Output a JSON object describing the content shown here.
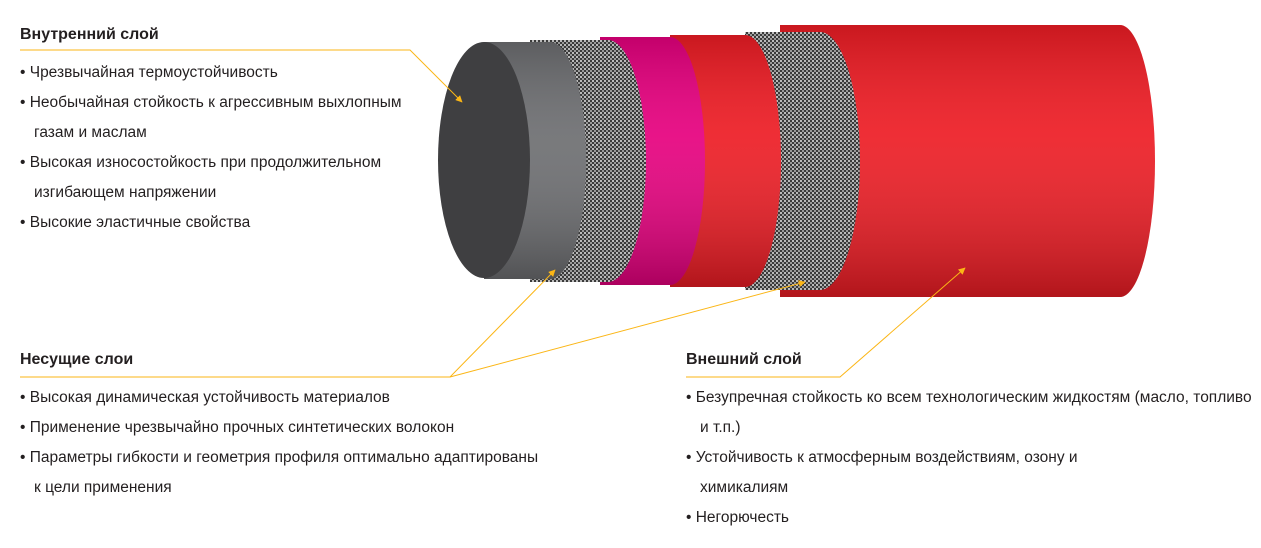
{
  "inner": {
    "title": "Внутренний слой",
    "items": [
      "Чрезвычайная термоустойчивость",
      "Необычайная стойкость к агрессивным выхлопным газам и маслам",
      "Высокая износостойкость при продолжительном изгибающем напряжении",
      "Высокие эластичные свойства"
    ]
  },
  "carrier": {
    "title": "Несущие слои",
    "items": [
      "Высокая динамическая устойчивость материалов",
      "Применение чрезвычайно прочных синтетических волокон",
      "Параметры гибкости и геометрия профиля оптимально адаптированы к цели применения"
    ]
  },
  "outer": {
    "title": "Внешний слой",
    "items": [
      "Безупречная стойкость ко всем технологическим жидкостям (масло, топливо и т.п.)",
      "Устойчивость к атмосферным воздействиям, озону и химикалиям",
      "Негорючесть"
    ]
  },
  "colors": {
    "red": "#ed1c24",
    "pink": "#e6007e",
    "grey": "#6d6e71",
    "dark": "#3a3a3c",
    "accent": "#fbb616"
  }
}
